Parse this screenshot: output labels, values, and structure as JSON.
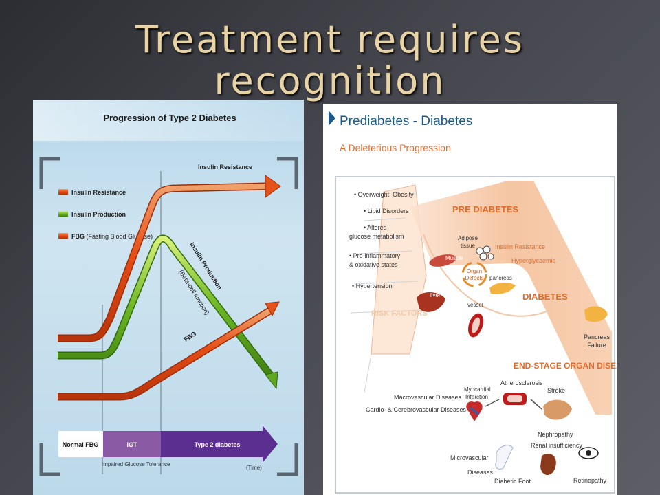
{
  "slide": {
    "title_line1": "Treatment requires",
    "title_line2": "recognition"
  },
  "left_chart": {
    "title": "Progression of Type 2 Diabetes",
    "legend": [
      {
        "label": "Insulin Resistance",
        "color": "#e8531e"
      },
      {
        "label": "Insulin Production",
        "color": "#7cc23c"
      },
      {
        "label": "FBG",
        "suffix": "(Fasting Blood Glucose)",
        "color": "#e8531e"
      }
    ],
    "curve_labels": {
      "insulin_resistance": "Insulin Resistance",
      "insulin_production": "Insulin Production",
      "beta_cell": "(Beta-cell function)",
      "fbg": "FBG"
    },
    "stages": [
      {
        "label": "Normal FBG",
        "color": "#ffffff"
      },
      {
        "label": "IGT",
        "color": "#8a5ba4"
      },
      {
        "label": "Type 2 diabetes",
        "color": "#5b2f8f"
      }
    ],
    "bottom_labels": {
      "igt_full": "Impaired Glucose Tolerance",
      "time": "(Time)"
    }
  },
  "right_diagram": {
    "title": "Prediabetes - Diabetes",
    "subtitle": "A Deleterious Progression",
    "risk_factors": [
      "• Overweight, Obesity",
      "• Lipid Disorders",
      "• Altered",
      "glucose metabolism",
      "• Pro-inflammatory",
      "& oxidative states",
      "• Hypertension"
    ],
    "risk_factors_label": "RISK FACTORS",
    "pre_diabetes_label": "PRE DIABETES",
    "diabetes_label": "DIABETES",
    "end_stage_label": "END-STAGE ORGAN DISEASES",
    "organ_labels": {
      "adipose": "Adipose",
      "tissue": "tissue",
      "muscle": "Muscle",
      "organ": "Organ",
      "defects": "Defects",
      "pancreas": "pancreas",
      "liver": "liver",
      "vessel": "vessel",
      "insulin_resistance": "Insulin Resistance",
      "hyperglycaemia": "Hyperglycaemia"
    },
    "pancreas_failure": {
      "line1": "Pancreas",
      "line2": "Failure"
    },
    "complications": {
      "macrovascular": "Macrovascular Diseases",
      "cardio": "Cardio- & Cerebrovascular Diseases",
      "myocardial_1": "Myocardial",
      "myocardial_2": "Infarction",
      "atherosclerosis": "Atherosclerosis",
      "stroke": "Stroke",
      "nephropathy": "Nephropathy",
      "renal": "Renal insufficiency",
      "microvascular_1": "Microvascular",
      "microvascular_2": "Diseases",
      "diabetic_foot": "Diabetic Foot",
      "retinopathy": "Retinopathy"
    },
    "colors": {
      "title_blue": "#1c5a8a",
      "orange_label": "#e56a2a",
      "band": "#f6c9a8"
    }
  }
}
